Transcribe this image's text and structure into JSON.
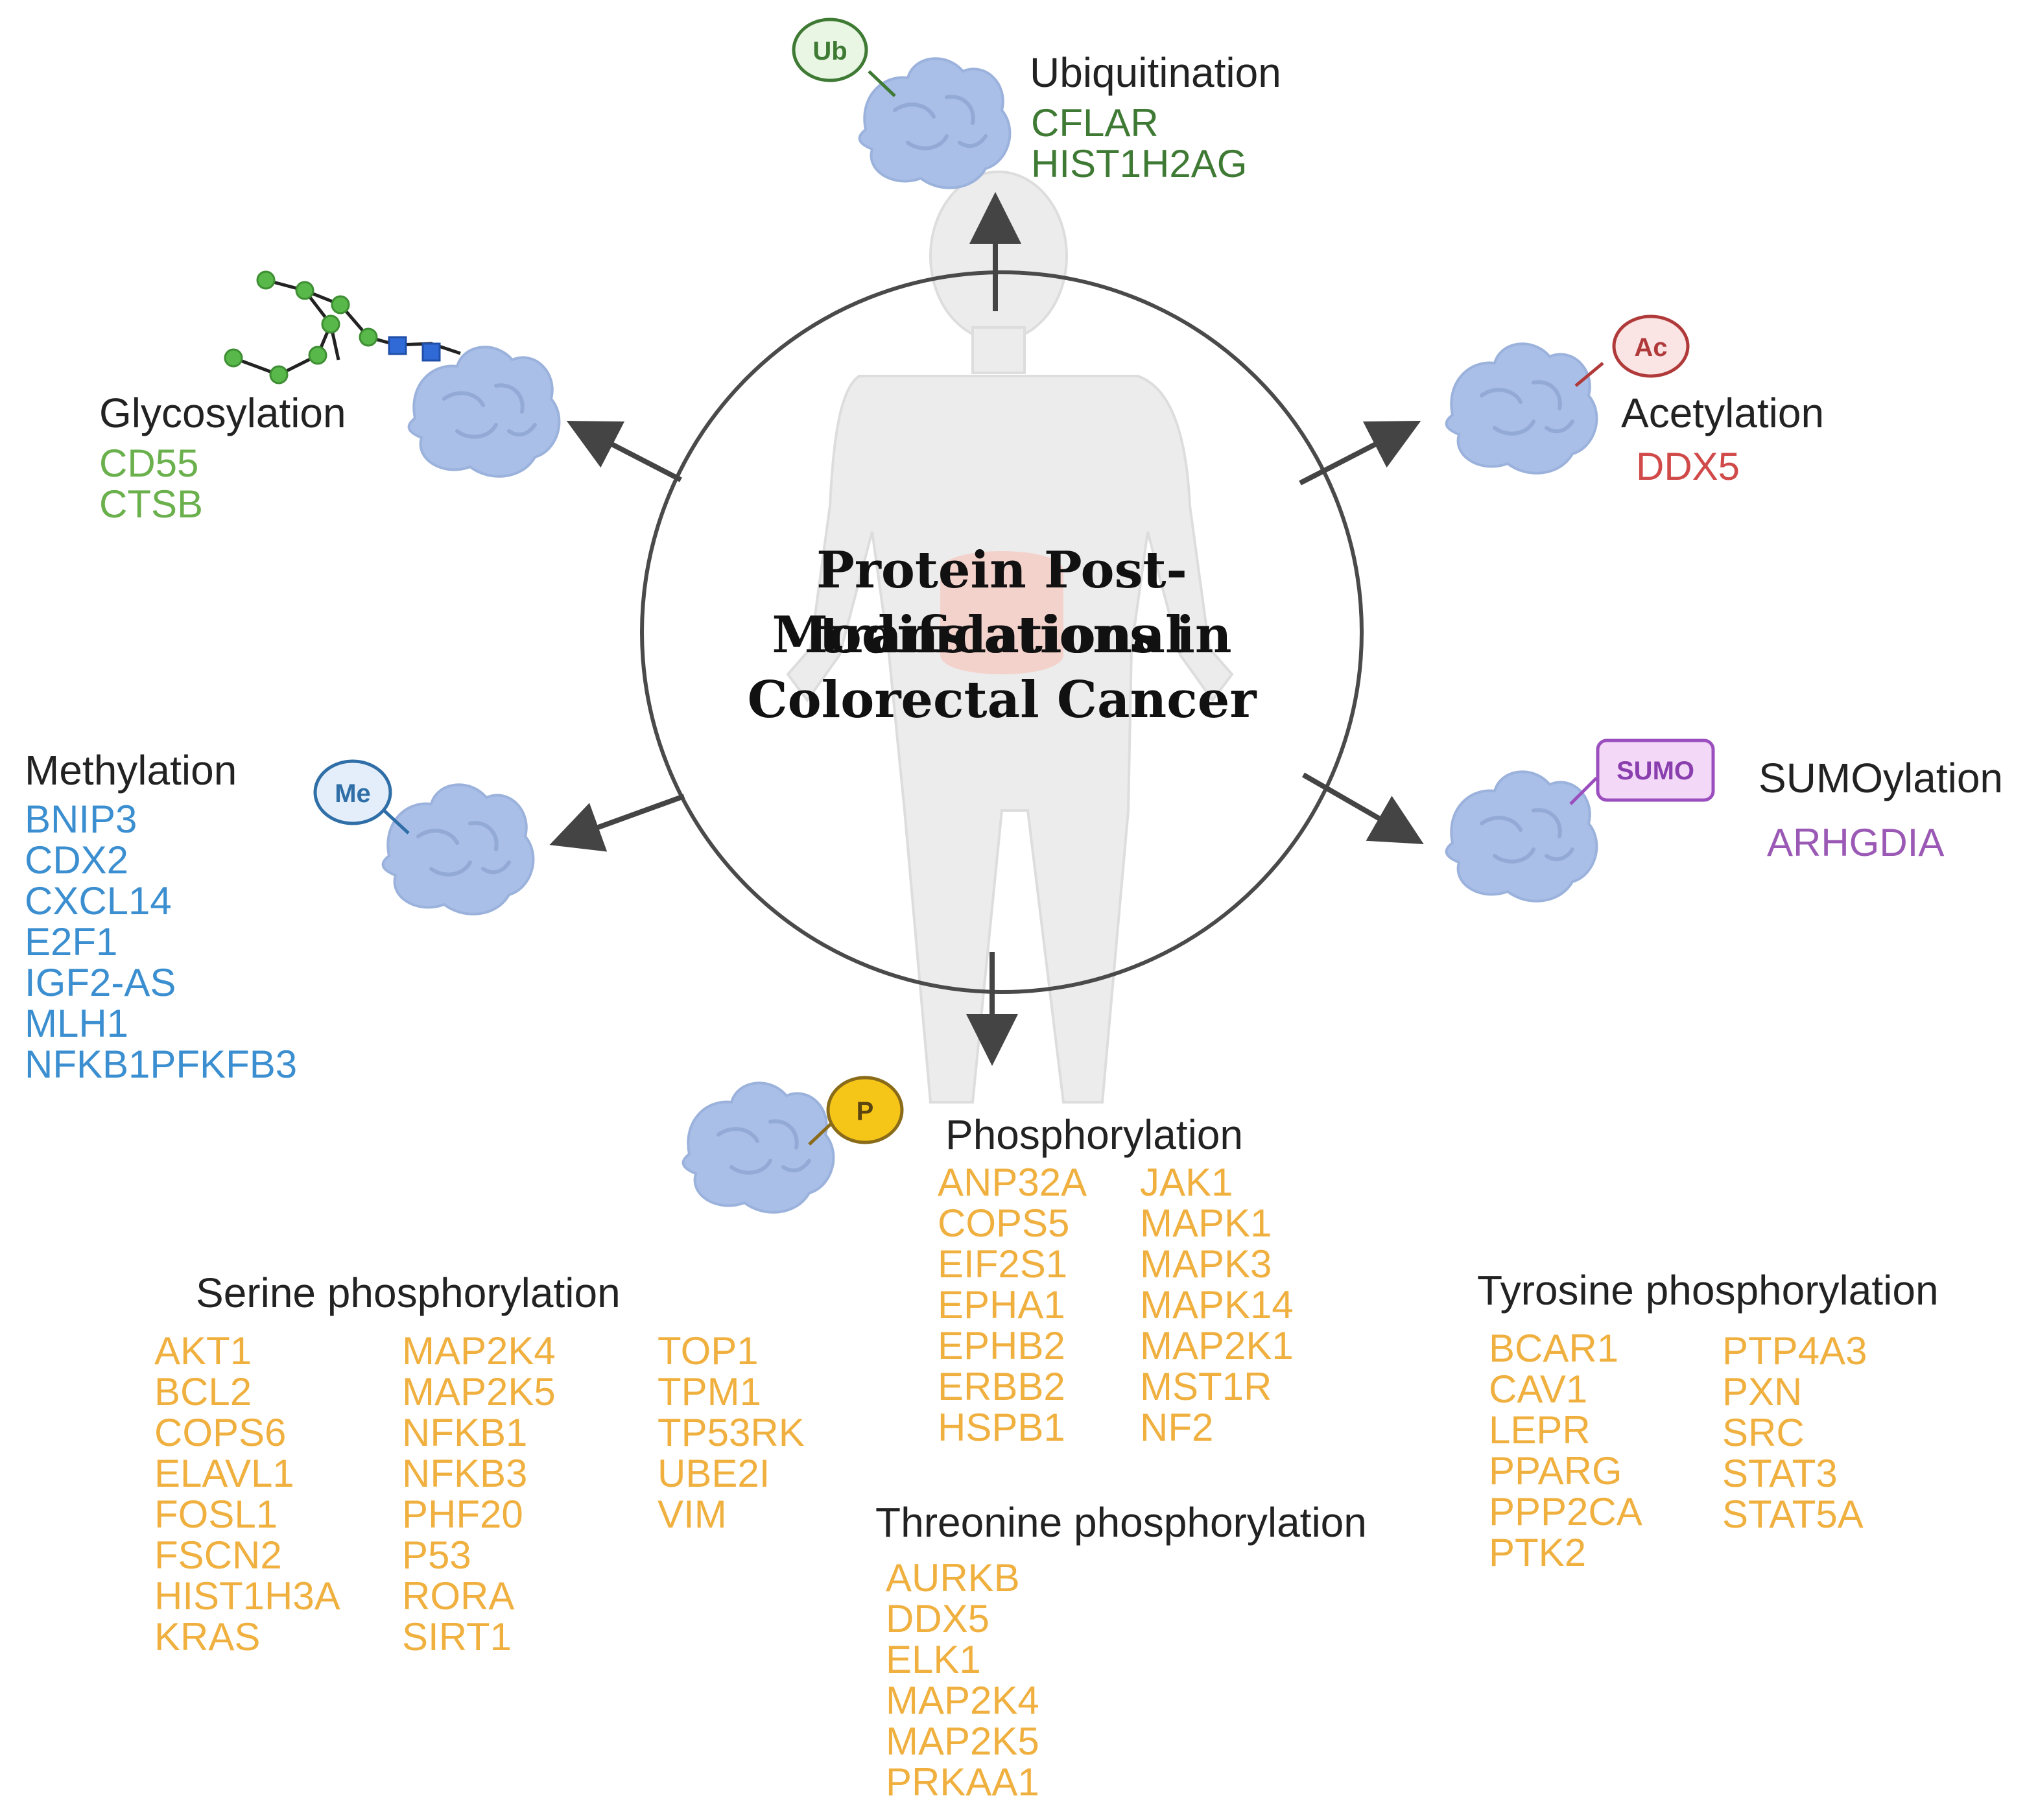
{
  "center": {
    "lines": [
      "Protein Post-translational",
      "Modifications in",
      "Colorectal Cancer"
    ]
  },
  "badges": {
    "ub": "Ub",
    "ac": "Ac",
    "me": "Me",
    "sumo": "SUMO",
    "p": "P"
  },
  "colors": {
    "ubiquitination": "#3f7a35",
    "glycosylation": "#6ab04c",
    "acetylation": "#d14a4a",
    "methylation": "#3b8fd0",
    "sumoylation": "#9b59b6",
    "phosphorylation": "#f0b03f",
    "protein": "#a9bfe8",
    "arrow": "#444444"
  },
  "ubiquitination": {
    "title": "Ubiquitination",
    "genes": [
      "CFLAR",
      "HIST1H2AG"
    ]
  },
  "glycosylation": {
    "title": "Glycosylation",
    "genes": [
      "CD55",
      "CTSB"
    ]
  },
  "acetylation": {
    "title": "Acetylation",
    "genes": [
      "DDX5"
    ]
  },
  "methylation": {
    "title": "Methylation",
    "genes": [
      "BNIP3",
      "CDX2",
      "CXCL14",
      "E2F1",
      "IGF2-AS",
      "MLH1",
      "NFKB1PFKFB3"
    ]
  },
  "sumoylation": {
    "title": "SUMOylation",
    "genes": [
      "ARHGDIA"
    ]
  },
  "phosphorylation": {
    "title": "Phosphorylation",
    "genes_col1": [
      "ANP32A",
      "COPS5",
      "EIF2S1",
      "EPHA1",
      "EPHB2",
      "ERBB2",
      "HSPB1"
    ],
    "genes_col2": [
      "JAK1",
      "MAPK1",
      "MAPK3",
      "MAPK14",
      "MAP2K1",
      "MST1R",
      "NF2"
    ]
  },
  "serine": {
    "title": "Serine phosphorylation",
    "col1": [
      "AKT1",
      "BCL2",
      "COPS6",
      "ELAVL1",
      "FOSL1",
      "FSCN2",
      "HIST1H3A",
      "KRAS"
    ],
    "col2": [
      "MAP2K4",
      "MAP2K5",
      "NFKB1",
      "NFKB3",
      "PHF20",
      "P53",
      "RORA",
      "SIRT1"
    ],
    "col3": [
      "TOP1",
      "TPM1",
      "TP53RK",
      "UBE2I",
      "VIM"
    ]
  },
  "threonine": {
    "title": "Threonine phosphorylation",
    "genes": [
      "AURKB",
      "DDX5",
      "ELK1",
      "MAP2K4",
      "MAP2K5",
      "PRKAA1"
    ]
  },
  "tyrosine": {
    "title": "Tyrosine phosphorylation",
    "col1": [
      "BCAR1",
      "CAV1",
      "LEPR",
      "PPARG",
      "PPP2CA",
      "PTK2"
    ],
    "col2": [
      "PTP4A3",
      "PXN",
      "SRC",
      "STAT3",
      "STAT5A"
    ]
  }
}
